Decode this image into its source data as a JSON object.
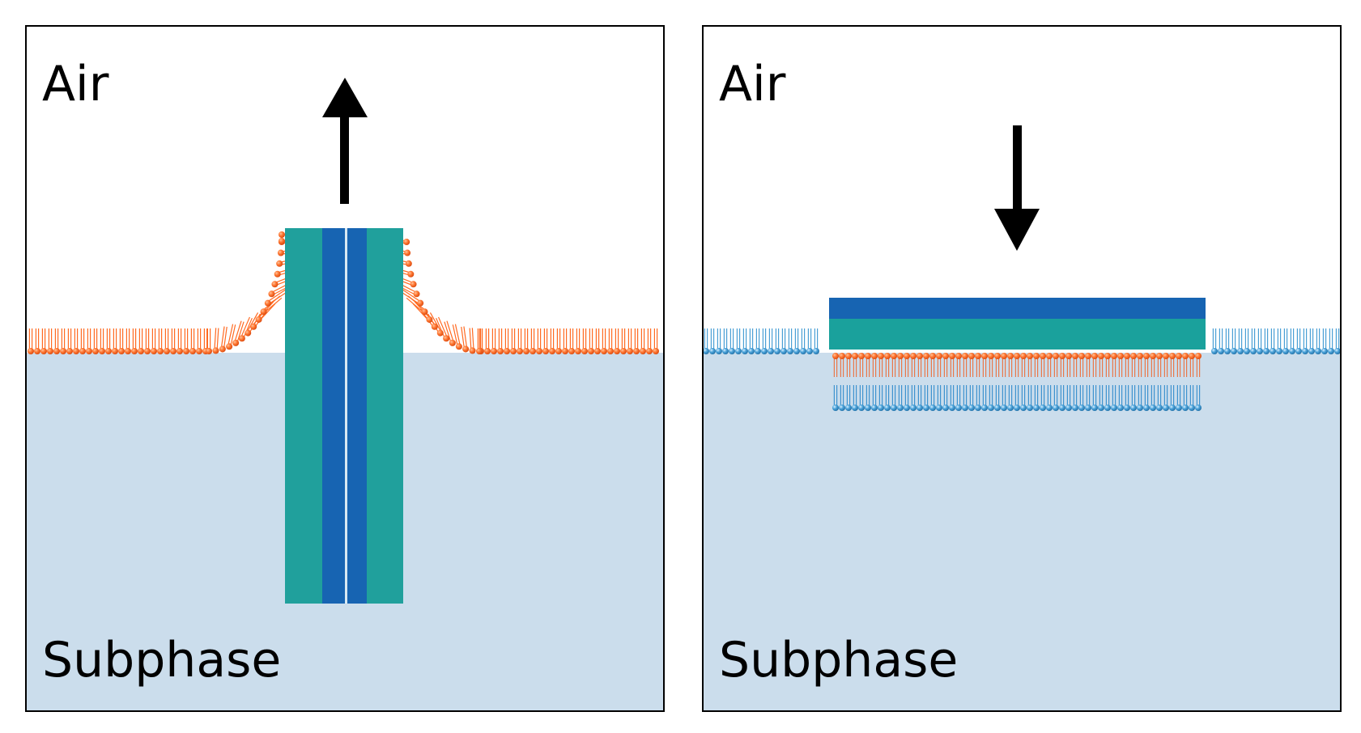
{
  "panels": [
    {
      "id": "left",
      "direction": "up",
      "labels": {
        "air": "Air",
        "subphase": "Subphase"
      }
    },
    {
      "id": "right",
      "direction": "down",
      "labels": {
        "air": "Air",
        "subphase": "Subphase"
      }
    }
  ],
  "colors": {
    "subphase": "#cbddec",
    "border": "#000000",
    "monolayer_orange": "#ff6a22",
    "monolayer_blue": "#4a9fd5",
    "substrate_teal": "#20a09c",
    "substrate_blue": "#1764b2",
    "arrow": "#000000"
  }
}
